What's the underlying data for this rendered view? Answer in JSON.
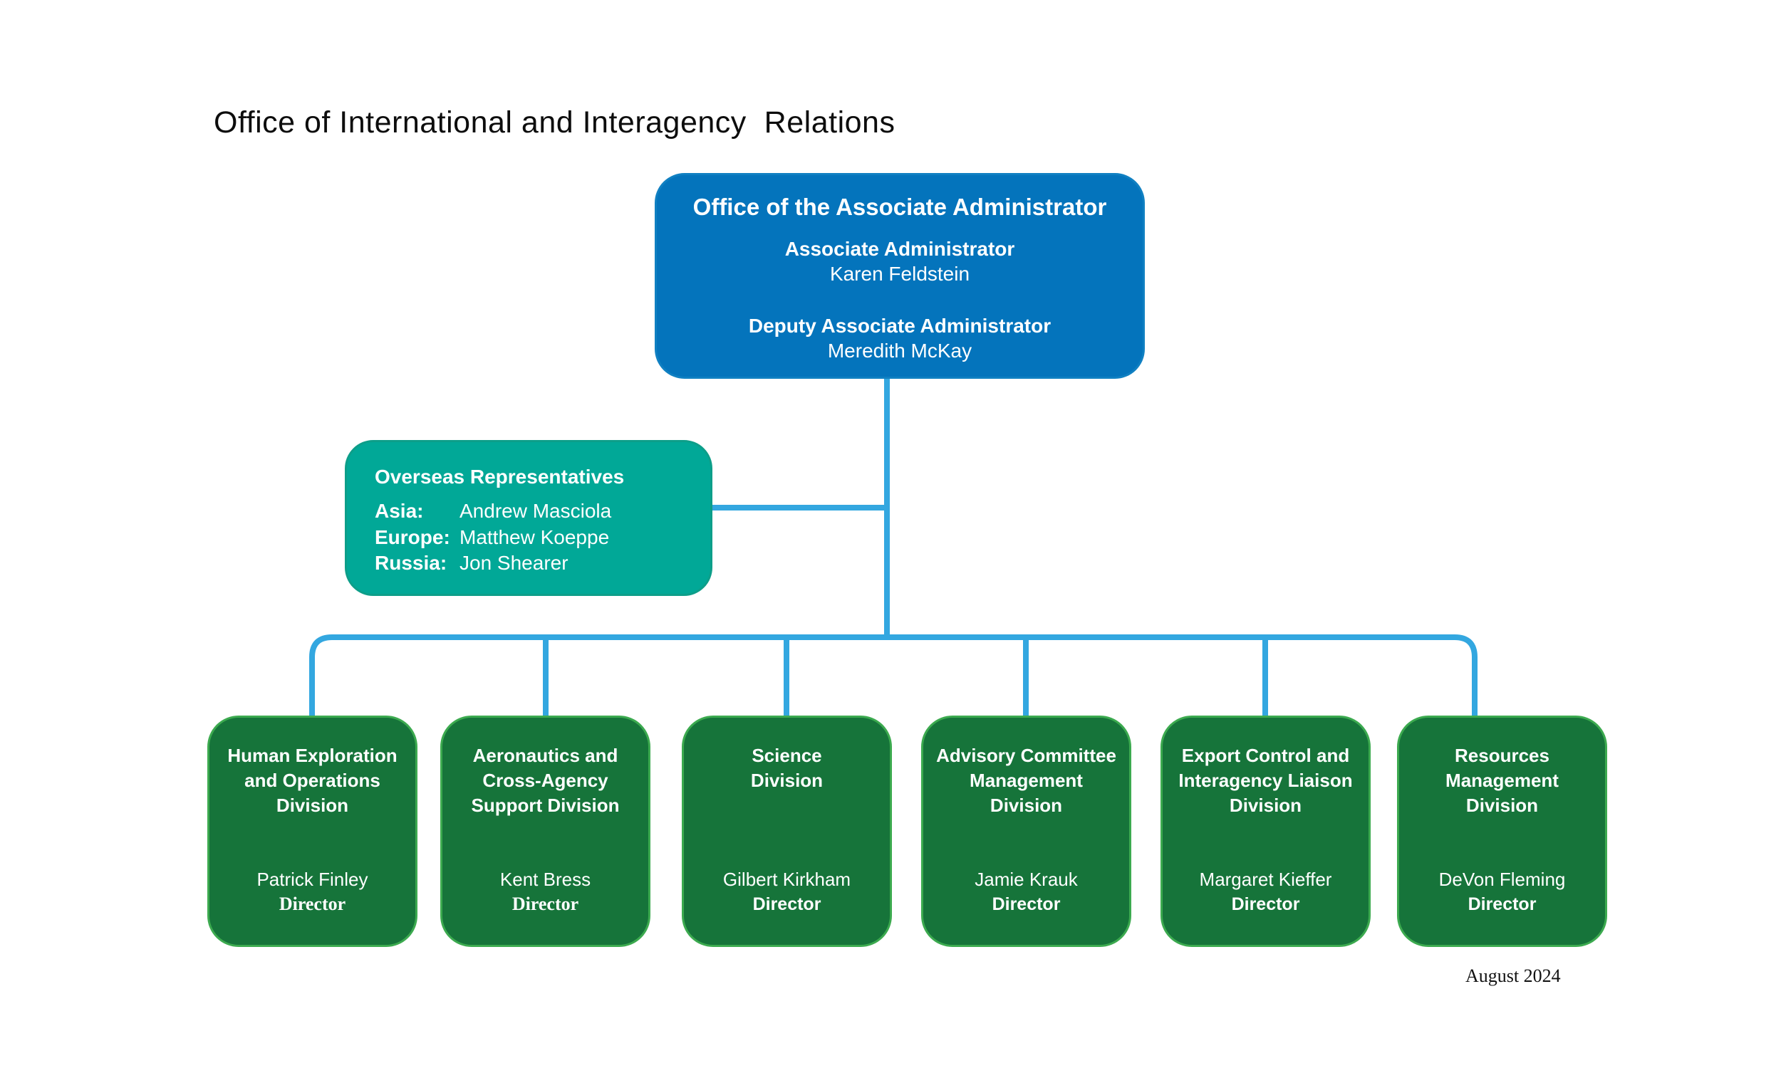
{
  "page": {
    "title": "Office of International and Interagency  Relations",
    "footer_date": "August 2024"
  },
  "colors": {
    "root_box_fill": "#0474BC",
    "overseas_box_fill": "#01A897",
    "division_box_fill": "#16743A",
    "division_box_border": "#3CAA4F",
    "connector_line": "#33A7E0",
    "box_text": "#FFFFFF",
    "title_text": "#0D0D0D"
  },
  "root_box": {
    "title": "Office of the Associate Administrator",
    "positions": [
      {
        "role": "Associate Administrator",
        "name": "Karen Feldstein"
      },
      {
        "role": "Deputy Associate Administrator",
        "name": "Meredith McKay"
      }
    ]
  },
  "overseas_box": {
    "title": "Overseas Representatives",
    "representatives": [
      {
        "region": "Asia:",
        "name": "Andrew Masciola"
      },
      {
        "region": "Europe:",
        "name": "Matthew Koeppe"
      },
      {
        "region": "Russia:",
        "name": "Jon Shearer"
      }
    ]
  },
  "divisions": [
    {
      "title": "Human Exploration\nand Operations\nDivision",
      "director": "Patrick Finley",
      "director_title": "Director"
    },
    {
      "title": "Aeronautics and\nCross-Agency\nSupport Division",
      "director": "Kent Bress",
      "director_title": "Director"
    },
    {
      "title": "Science\nDivision",
      "director": "Gilbert Kirkham",
      "director_title": "Director"
    },
    {
      "title": "Advisory Committee\nManagement\nDivision",
      "director": "Jamie Krauk",
      "director_title": "Director"
    },
    {
      "title": "Export Control and\nInteragency Liaison\nDivision",
      "director": "Margaret Kieffer",
      "director_title": "Director"
    },
    {
      "title": "Resources\nManagement\nDivision",
      "director": "DeVon Fleming",
      "director_title": "Director"
    }
  ]
}
